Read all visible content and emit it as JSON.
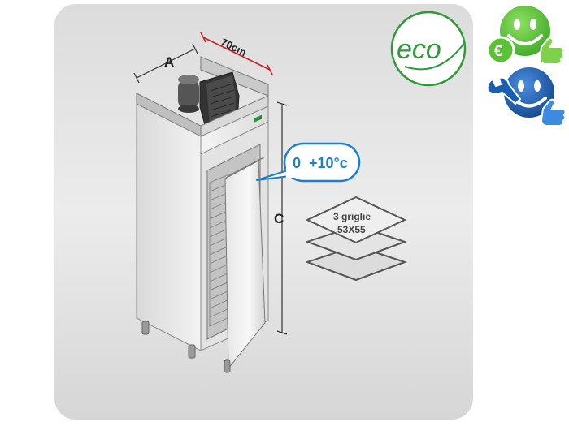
{
  "dimensions": {
    "width_label": "A",
    "depth_label": "70cm",
    "height_label": "C"
  },
  "temperature": {
    "range": "0  +10°c"
  },
  "shelves": {
    "line1": "3 griglie",
    "line2": "53X55"
  },
  "badges": {
    "eco_text": "eco",
    "euro_symbol": "€"
  },
  "colors": {
    "eco_green": "#2e9a3a",
    "smiley_green": "#5bc236",
    "smiley_blue": "#1a5fb4",
    "bubble_blue": "#1a7fd0",
    "dimension_red": "#cc1f1f"
  }
}
